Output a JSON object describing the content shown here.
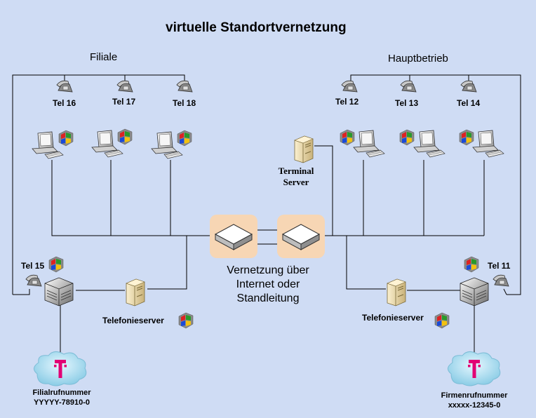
{
  "diagram": {
    "title": "virtuelle Standortvernetzung",
    "branch_label": "Filiale",
    "hq_label": "Hauptbetrieb",
    "branch_phones": [
      "Tel 16",
      "Tel 17",
      "Tel 18"
    ],
    "hq_phones": [
      "Tel 12",
      "Tel 13",
      "Tel 14"
    ],
    "branch_pbx_phone": "Tel 15",
    "hq_pbx_phone": "Tel 11",
    "terminal_server": [
      "Terminal",
      "Server"
    ],
    "center_text": [
      "Vernetzung über",
      "Internet oder",
      "Standleitung"
    ],
    "telephony_server_left": "Telefonieserver",
    "telephony_server_right": "Telefonieserver",
    "branch_number": [
      "Filialrufnummer",
      "YYYYY-78910-0"
    ],
    "hq_number": [
      "Firmenrufnummer",
      "xxxxx-12345-0"
    ]
  },
  "colors": {
    "background": "#cfdcf4",
    "router_glow": "#f7d6b4",
    "cloud": "#a8d8ea",
    "telekom_magenta": "#e20074"
  },
  "icons": [
    "phone-icon",
    "computer-icon",
    "windows-logo-icon",
    "server-icon",
    "router-icon",
    "cloud-icon",
    "telekom-logo-icon",
    "pbx-icon"
  ]
}
